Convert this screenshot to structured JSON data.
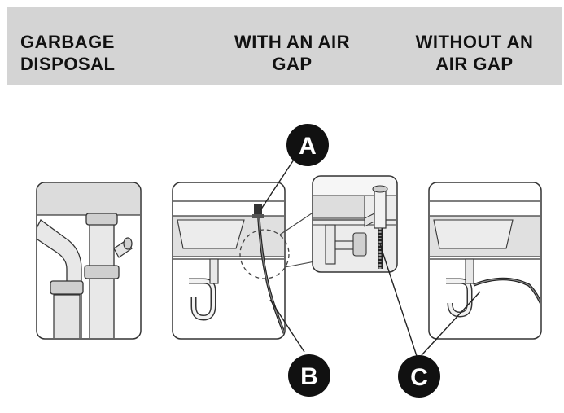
{
  "header": {
    "col1": {
      "line1": "GARBAGE",
      "line2": "DISPOSAL"
    },
    "col2": {
      "line1": "WITH AN AIR",
      "line2": "GAP"
    },
    "col3": {
      "line1": "WITHOUT AN",
      "line2": "AIR GAP"
    }
  },
  "callouts": {
    "a": "A",
    "b": "B",
    "c": "C"
  },
  "colors": {
    "header_bg": "#d4d4d4",
    "callout": "#111111",
    "panel_fill": "#dcdcdc",
    "line": "#333333"
  }
}
